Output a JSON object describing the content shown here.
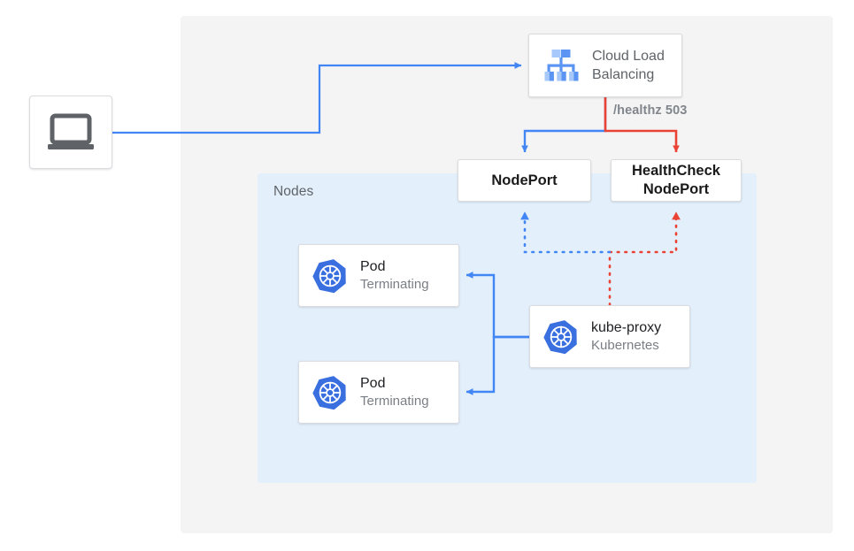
{
  "diagram": {
    "title": "Kubernetes Cloud Load Balancing health check with terminating pods",
    "colors": {
      "blue": "#4285f4",
      "red": "#ea4335",
      "panel_gray": "#f4f4f4",
      "panel_blue": "#e3f0fb",
      "card_border": "#dadce0",
      "text_gray": "#5f6368",
      "text_dark": "#202124",
      "text_sub": "#7a7f85"
    }
  },
  "panels": {
    "outer": {
      "name": "project-panel"
    },
    "nodes": {
      "label": "Nodes"
    }
  },
  "client": {
    "icon": "laptop-icon"
  },
  "load_balancer": {
    "icon": "cloud-load-balancing-icon",
    "line1": "Cloud Load",
    "line2": "Balancing"
  },
  "annotations": {
    "healthz": "/healthz 503"
  },
  "ports": [
    {
      "id": "nodeport",
      "label": "NodePort"
    },
    {
      "id": "healthcheck-nodeport",
      "line1": "HealthCheck",
      "line2": "NodePort"
    }
  ],
  "workloads": [
    {
      "id": "pod-1",
      "icon": "kubernetes-icon",
      "title": "Pod",
      "subtitle": "Terminating"
    },
    {
      "id": "pod-2",
      "icon": "kubernetes-icon",
      "title": "Pod",
      "subtitle": "Terminating"
    },
    {
      "id": "kube-proxy",
      "icon": "kubernetes-icon",
      "title": "kube-proxy",
      "subtitle": "Kubernetes"
    }
  ],
  "connections": [
    {
      "id": "client-to-lb",
      "from": "client",
      "to": "load-balancer",
      "style": "solid",
      "color": "#4285f4"
    },
    {
      "id": "lb-to-nodeport",
      "from": "load-balancer",
      "to": "nodeport",
      "style": "solid",
      "color": "#4285f4"
    },
    {
      "id": "lb-to-healthcheck",
      "from": "load-balancer",
      "to": "healthcheck-nodeport",
      "style": "solid",
      "color": "#ea4335",
      "label": "/healthz 503"
    },
    {
      "id": "kubeproxy-to-nodeport",
      "from": "kube-proxy",
      "to": "nodeport",
      "style": "dotted",
      "color": "#4285f4"
    },
    {
      "id": "kubeproxy-to-healthcheck",
      "from": "kube-proxy",
      "to": "healthcheck-nodeport",
      "style": "dotted",
      "color": "#ea4335"
    },
    {
      "id": "kubeproxy-to-pod-1",
      "from": "kube-proxy",
      "to": "pod-1",
      "style": "solid",
      "color": "#4285f4"
    },
    {
      "id": "kubeproxy-to-pod-2",
      "from": "kube-proxy",
      "to": "pod-2",
      "style": "solid",
      "color": "#4285f4"
    }
  ]
}
